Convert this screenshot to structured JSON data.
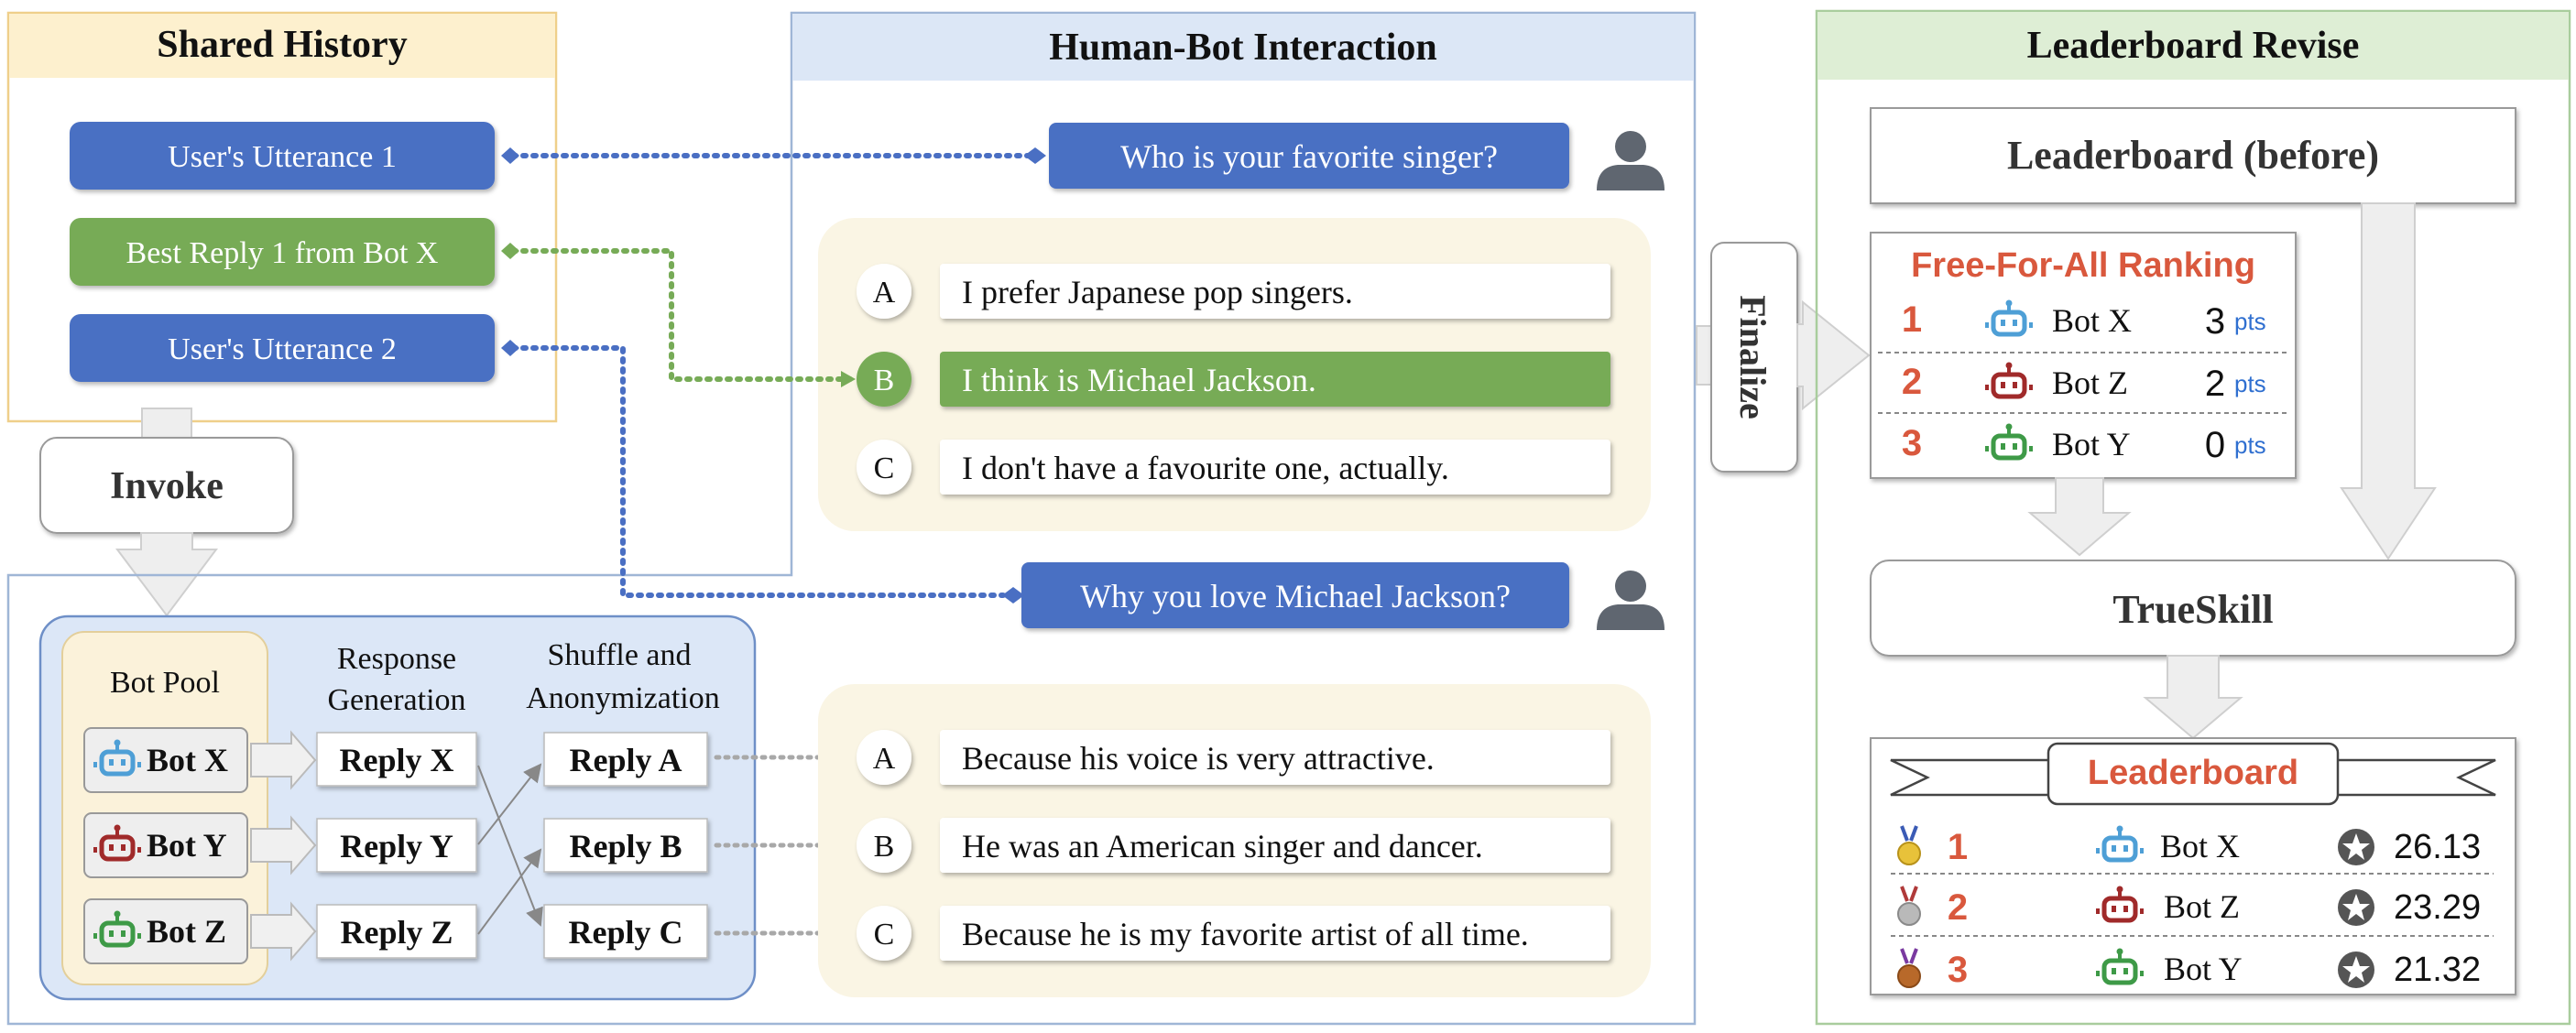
{
  "panels": {
    "shared_history": "Shared History",
    "human_bot": "Human-Bot Interaction",
    "leaderboard_revise": "Leaderboard Revise"
  },
  "history": {
    "items": [
      "User's Utterance 1",
      "Best Reply 1 from Bot X",
      "User's Utterance 2"
    ]
  },
  "invoke": "Invoke",
  "pipeline": {
    "bot_pool": "Bot Pool",
    "response_generation": [
      "Response",
      "Generation"
    ],
    "shuffle": [
      "Shuffle and",
      "Anonymization"
    ],
    "bots": [
      "Bot X",
      "Bot Y",
      "Bot Z"
    ],
    "replies": [
      "Reply X",
      "Reply Y",
      "Reply Z"
    ],
    "anon": [
      "Reply A",
      "Reply B",
      "Reply C"
    ]
  },
  "chat": {
    "user_q1": "Who is your favorite singer?",
    "round1": [
      {
        "letter": "A",
        "text": "I prefer Japanese pop singers."
      },
      {
        "letter": "B",
        "text": "I think is Michael Jackson."
      },
      {
        "letter": "C",
        "text": "I don't have a favourite one, actually."
      }
    ],
    "selected_round1": "B",
    "user_q2": "Why you love Michael Jackson?",
    "round2": [
      {
        "letter": "A",
        "text": "Because his voice is very attractive."
      },
      {
        "letter": "B",
        "text": "He was an American singer and dancer."
      },
      {
        "letter": "C",
        "text": "Because he is my favorite artist of all time."
      }
    ]
  },
  "finalize": "Finalize",
  "leaderboard": {
    "before_title": "Leaderboard (before)",
    "ffa_title": "Free-For-All Ranking",
    "ffa_rows": [
      {
        "rank": "1",
        "bot": "Bot X",
        "pts": "3",
        "unit": "pts",
        "color": "#4e9fd6"
      },
      {
        "rank": "2",
        "bot": "Bot Z",
        "pts": "2",
        "unit": "pts",
        "color": "#a02a2a"
      },
      {
        "rank": "3",
        "bot": "Bot Y",
        "pts": "0",
        "unit": "pts",
        "color": "#3e9a47"
      }
    ],
    "trueskill": "TrueSkill",
    "final_title": "Leaderboard",
    "final_rows": [
      {
        "rank": "1",
        "bot": "Bot X",
        "score": "26.13",
        "color": "#4e9fd6",
        "medal": "gold"
      },
      {
        "rank": "2",
        "bot": "Bot Z",
        "score": "23.29",
        "color": "#a02a2a",
        "medal": "silver"
      },
      {
        "rank": "3",
        "bot": "Bot Y",
        "score": "21.32",
        "color": "#3e9a47",
        "medal": "bronze"
      }
    ]
  },
  "colors": {
    "blue": "#4a6fc3",
    "green": "#77ab57",
    "accent_red": "#d9583d",
    "bot_x": "#4e9fd6",
    "bot_y": "#a02a2a",
    "bot_z": "#3e9a47"
  }
}
